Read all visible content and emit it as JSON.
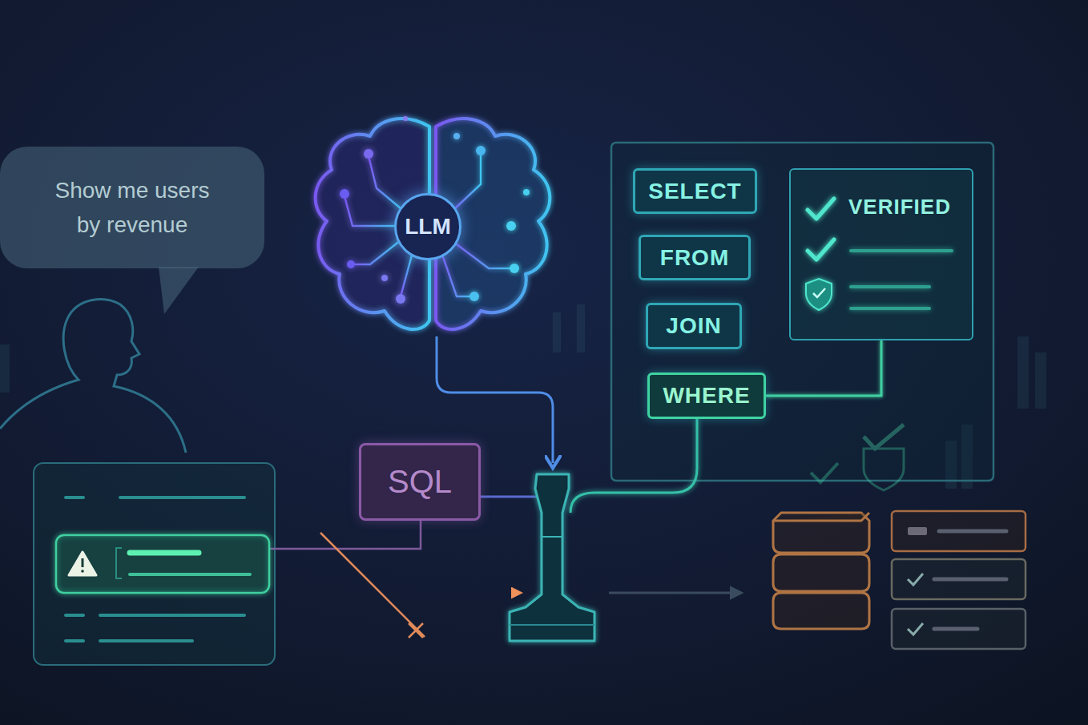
{
  "diagram": {
    "nodes": [
      {
        "text": [
          "Show me users by revenue"
        ]
      },
      {
        "text": [
          "LLM"
        ]
      },
      {
        "text": [
          "SQL"
        ]
      },
      {
        "text": [
          "SELECT"
        ]
      },
      {
        "text": [
          "FROM"
        ]
      },
      {
        "text": [
          "JOIN"
        ]
      },
      {
        "text": [
          "WHERE"
        ]
      },
      {
        "text": [
          "VERIFIED"
        ]
      }
    ],
    "edges": [
      {
        "from": 3,
        "to": 4,
        "arrow": "none"
      },
      {
        "from": 4,
        "to": 5,
        "arrow": "none"
      },
      {
        "from": 5,
        "to": 6,
        "arrow": "none"
      },
      {
        "from": 6,
        "to": 7,
        "arrow": "none"
      }
    ]
  }
}
